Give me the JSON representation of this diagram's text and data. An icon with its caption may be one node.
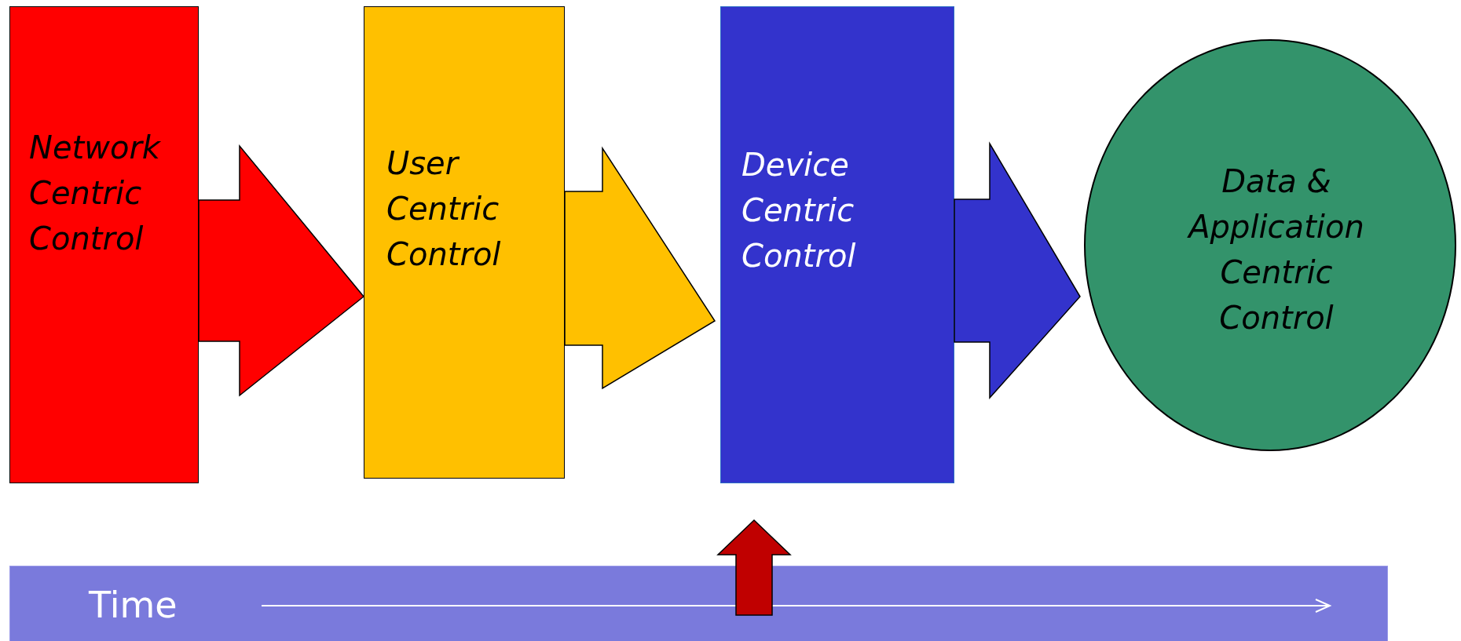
{
  "diagram": {
    "nodes": [
      {
        "text": [
          "Network Centric Control"
        ]
      },
      {
        "text": [
          "User Centric Control"
        ]
      },
      {
        "text": [
          "Device Centric Control"
        ]
      },
      {
        "text": [
          "Data & Application Centric Control"
        ]
      },
      {
        "text": [
          "Time"
        ]
      }
    ],
    "edges": [
      {
        "from": 0,
        "to": 1,
        "arrow": "to",
        "style": "thick",
        "color": "#ff0000"
      },
      {
        "from": 1,
        "to": 2,
        "arrow": "to",
        "style": "thick",
        "color": "#ffc000"
      },
      {
        "from": 2,
        "to": 3,
        "arrow": "to",
        "style": "thick",
        "color": "#3333cc"
      },
      {
        "from": 4,
        "to": 2,
        "arrow": "to",
        "style": "thick",
        "color": "#c00000"
      }
    ]
  }
}
